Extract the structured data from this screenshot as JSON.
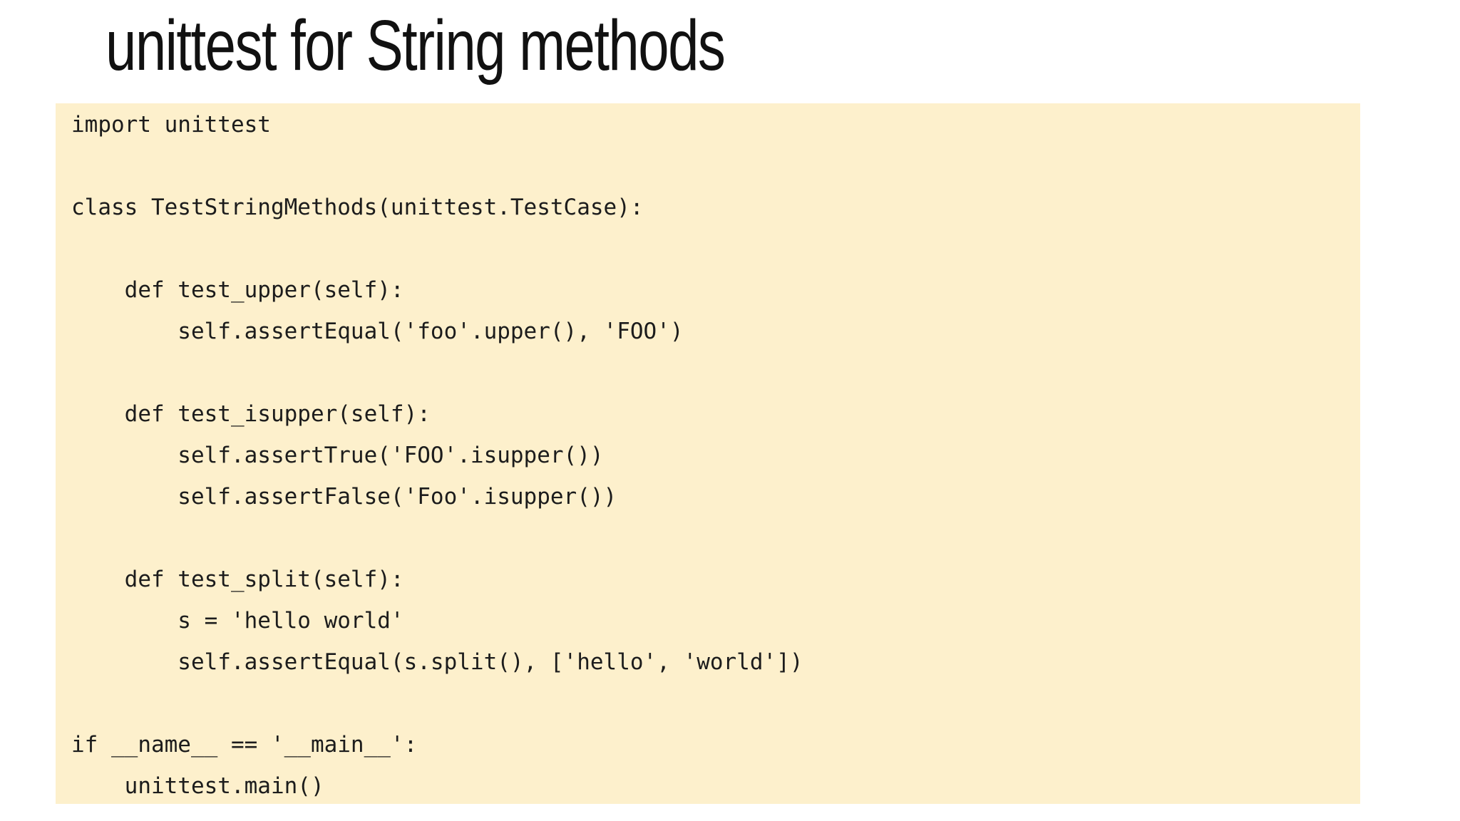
{
  "slide": {
    "title": "unittest for String methods",
    "code_block": {
      "lines": [
        "import unittest",
        "",
        "class TestStringMethods(unittest.TestCase):",
        "",
        "    def test_upper(self):",
        "        self.assertEqual('foo'.upper(), 'FOO')",
        "",
        "    def test_isupper(self):",
        "        self.assertTrue('FOO'.isupper())",
        "        self.assertFalse('Foo'.isupper())",
        "",
        "    def test_split(self):",
        "        s = 'hello world'",
        "        self.assertEqual(s.split(), ['hello', 'world'])",
        "",
        "if __name__ == '__main__':",
        "    unittest.main()"
      ]
    },
    "colors": {
      "page-bg": "#FFFFFF",
      "code-bg": "#FDF0CC",
      "code-text": "#1C1C1C",
      "title-text": "#111111"
    }
  }
}
